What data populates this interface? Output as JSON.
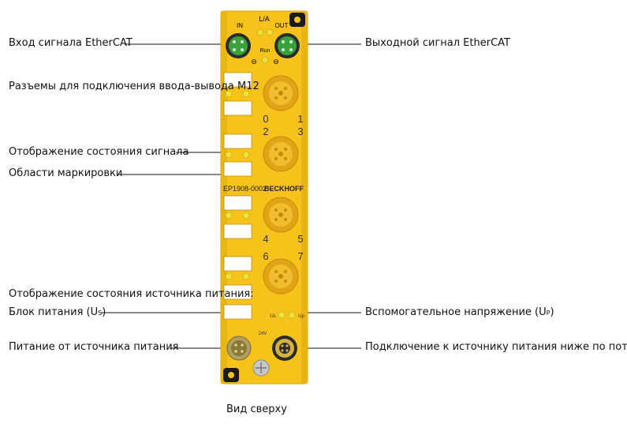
{
  "labels": {
    "ethercat_in": "Вход сигнала EtherCAT",
    "ethercat_out": "Выходной сигнал EtherCAT",
    "m12_connectors": "Разъемы для подключения ввода-вывода M12",
    "signal_status": "Отображение состояния сигнала",
    "marking_areas": "Области маркировки",
    "power_status_heading": "Отображение состояния источника питания:",
    "us_supply_prefix": "Блок питания (U",
    "us_supply_sub": "S",
    "us_supply_suffix": ")",
    "up_aux_prefix": "Вспомогательное напряжение (U",
    "up_aux_sub": "P",
    "up_aux_suffix": ")",
    "power_feed": "Питание от источника питания",
    "power_downstream": "Подключение к источнику питания ниже по потоку"
  },
  "caption": "Вид сверху",
  "device": {
    "in_label": "IN",
    "out_label": "OUT",
    "la_label": "L/A",
    "run_label": "Run",
    "model": "EP1908-0002",
    "brand": "BECKHOFF",
    "ch0": "0",
    "ch1": "1",
    "ch2": "2",
    "ch3": "3",
    "ch4": "4",
    "ch5": "5",
    "ch6": "6",
    "ch7": "7",
    "us_led": "Us",
    "up_led": "Up",
    "in_arrow": "⊖",
    "out_arrow": "⊖",
    "power_24v": "24V"
  },
  "colors": {
    "housing": "#f7c21a",
    "housing_edge": "#e0a800",
    "connector_green": "#3aa23a",
    "led_yellow": "#f0e23a",
    "m12_gold": "#e9b22c"
  }
}
